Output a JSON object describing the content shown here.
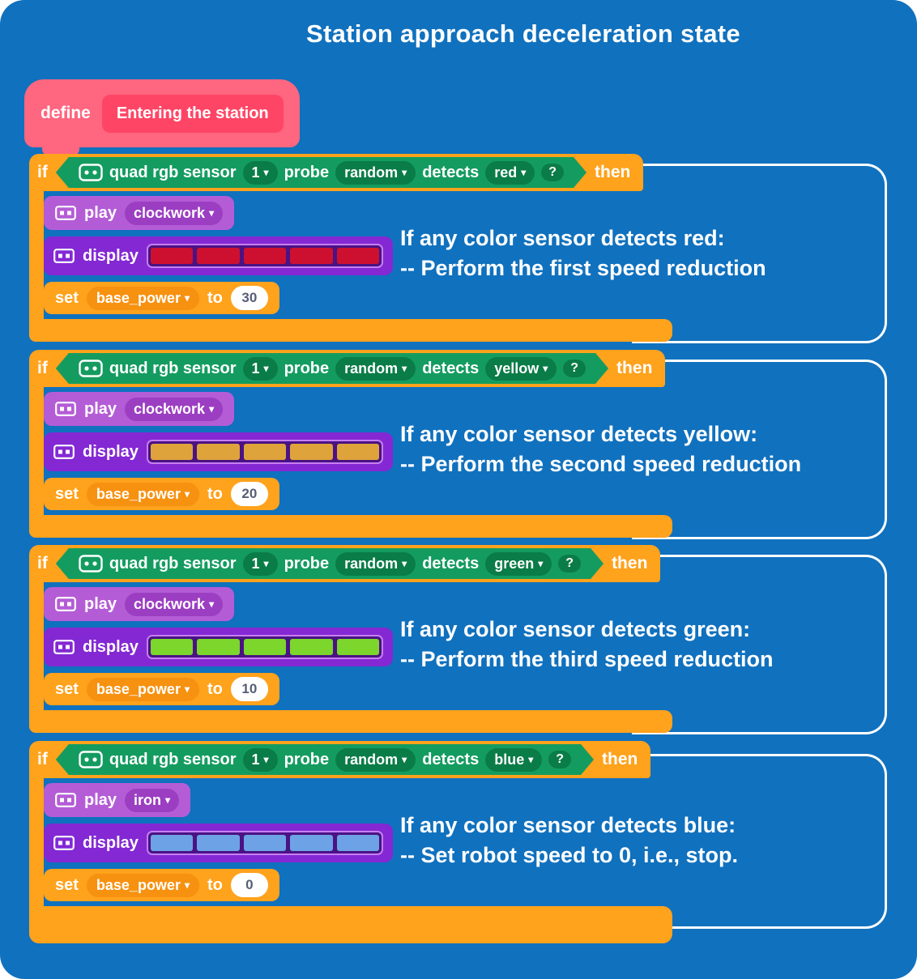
{
  "title": "Station approach deceleration state",
  "define": {
    "keyword": "define",
    "name": "Entering the station"
  },
  "control": {
    "if_label": "if",
    "then_label": "then"
  },
  "colors": {
    "background": "#1071BE",
    "control_orange": "#FFA21C",
    "define_pink": "#FF667F",
    "define_inner_pink": "#FF4565",
    "sensor_green": "#149C60",
    "sensor_dropdown_green": "#0A7C47",
    "play_purple": "#B45CD6",
    "play_dropdown_purple": "#9B3EC2",
    "display_purple": "#8428D4",
    "display_track": "#4A1284",
    "display_track_border": "#C77FF2",
    "variable_pill_orange": "#F79110",
    "red_cells": "#CE1030",
    "yellow_cells": "#DFA33C",
    "green_cells": "#7CD62C",
    "blue_cells": "#6DA3E6"
  },
  "blocks": [
    {
      "sensor": {
        "label": "quad rgb sensor",
        "port": "1",
        "probe_label": "probe",
        "probe_value": "random",
        "detects_label": "detects",
        "color_value": "red",
        "question_label": "?"
      },
      "play": {
        "label": "play",
        "sound": "clockwork"
      },
      "display": {
        "label": "display",
        "color": "#CE1030"
      },
      "set": {
        "label": "set",
        "variable": "base_power",
        "to_label": "to",
        "value": "30"
      },
      "comment": {
        "line1": "If any color sensor detects red:",
        "line2": "-- Perform the first speed reduction"
      }
    },
    {
      "sensor": {
        "label": "quad rgb sensor",
        "port": "1",
        "probe_label": "probe",
        "probe_value": "random",
        "detects_label": "detects",
        "color_value": "yellow",
        "question_label": "?"
      },
      "play": {
        "label": "play",
        "sound": "clockwork"
      },
      "display": {
        "label": "display",
        "color": "#DFA33C"
      },
      "set": {
        "label": "set",
        "variable": "base_power",
        "to_label": "to",
        "value": "20"
      },
      "comment": {
        "line1": "If any color sensor detects yellow:",
        "line2": "-- Perform the second speed reduction"
      }
    },
    {
      "sensor": {
        "label": "quad rgb sensor",
        "port": "1",
        "probe_label": "probe",
        "probe_value": "random",
        "detects_label": "detects",
        "color_value": "green",
        "question_label": "?"
      },
      "play": {
        "label": "play",
        "sound": "clockwork"
      },
      "display": {
        "label": "display",
        "color": "#7CD62C"
      },
      "set": {
        "label": "set",
        "variable": "base_power",
        "to_label": "to",
        "value": "10"
      },
      "comment": {
        "line1": "If any color sensor detects green:",
        "line2": "-- Perform the third speed reduction"
      }
    },
    {
      "sensor": {
        "label": "quad rgb sensor",
        "port": "1",
        "probe_label": "probe",
        "probe_value": "random",
        "detects_label": "detects",
        "color_value": "blue",
        "question_label": "?"
      },
      "play": {
        "label": "play",
        "sound": "iron"
      },
      "display": {
        "label": "display",
        "color": "#6DA3E6"
      },
      "set": {
        "label": "set",
        "variable": "base_power",
        "to_label": "to",
        "value": "0"
      },
      "comment": {
        "line1": "If any color sensor detects blue:",
        "line2": "-- Set robot speed to 0, i.e., stop."
      }
    }
  ]
}
